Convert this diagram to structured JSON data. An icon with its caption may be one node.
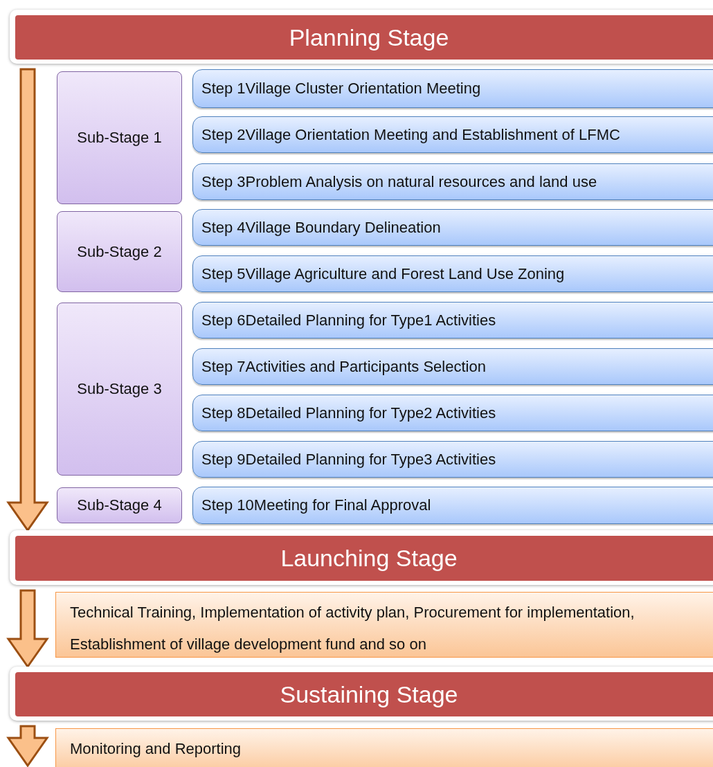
{
  "diagram": {
    "nodes": [
      {
        "text": [
          "Planning Stage"
        ]
      },
      {
        "text": [
          "Sub-Stage 1"
        ]
      },
      {
        "text": [
          "Step 1Village Cluster Orientation Meeting"
        ]
      },
      {
        "text": [
          "Step 2Village Orientation Meeting and Establishment of LFMC"
        ]
      },
      {
        "text": [
          "Step 3Problem Analysis on natural resources and land use"
        ]
      },
      {
        "text": [
          "Sub-Stage 2"
        ]
      },
      {
        "text": [
          "Step 4Village Boundary Delineation"
        ]
      },
      {
        "text": [
          "Step 5Village Agriculture and Forest Land Use Zoning"
        ]
      },
      {
        "text": [
          "Sub-Stage 3"
        ]
      },
      {
        "text": [
          "Step 6Detailed Planning for Type1 Activities"
        ]
      },
      {
        "text": [
          "Step 7Activities and Participants Selection"
        ]
      },
      {
        "text": [
          "Step 8Detailed Planning for Type2 Activities"
        ]
      },
      {
        "text": [
          "Step 9Detailed Planning for Type3 Activities"
        ]
      },
      {
        "text": [
          "Sub-Stage 4"
        ]
      },
      {
        "text": [
          "Step 10Meeting for Final Approval"
        ]
      },
      {
        "text": [
          "Launching Stage"
        ]
      },
      {
        "text": [
          "Technical Training, Implementation of activity plan, Procurement for implementation, Establishment of village development fund and so on"
        ]
      },
      {
        "text": [
          "Sustaining Stage"
        ]
      },
      {
        "text": [
          "Monitoring and Reporting"
        ]
      }
    ],
    "edges": [
      {
        "from": 0,
        "to": 15,
        "arrow": "to"
      },
      {
        "from": 15,
        "to": 17,
        "arrow": "to"
      },
      {
        "from": 17,
        "to": null,
        "arrow": "to"
      }
    ]
  }
}
